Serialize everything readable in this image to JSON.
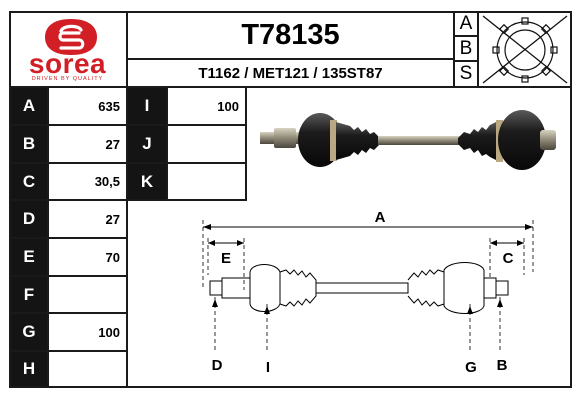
{
  "brand": {
    "name": "sorea",
    "tagline": "DRIVEN BY QUALITY",
    "color": "#d11f25"
  },
  "header": {
    "part_code": "T78135",
    "cross_refs": "T1162 / MET121 / 135ST87",
    "abs_letters": [
      "A",
      "B",
      "S"
    ]
  },
  "specs": {
    "A": {
      "letter": "A",
      "value": "635"
    },
    "B": {
      "letter": "B",
      "value": "27"
    },
    "C": {
      "letter": "C",
      "value": "30,5"
    },
    "D": {
      "letter": "D",
      "value": "27"
    },
    "E": {
      "letter": "E",
      "value": "70"
    },
    "F": {
      "letter": "F",
      "value": ""
    },
    "G": {
      "letter": "G",
      "value": "100"
    },
    "H": {
      "letter": "H",
      "value": ""
    },
    "I": {
      "letter": "I",
      "value": "100"
    },
    "J": {
      "letter": "J",
      "value": ""
    },
    "K": {
      "letter": "K",
      "value": ""
    }
  },
  "diagram": {
    "labels": {
      "A": "A",
      "E": "E",
      "C": "C",
      "D": "D",
      "I": "I",
      "G": "G",
      "B": "B"
    }
  }
}
